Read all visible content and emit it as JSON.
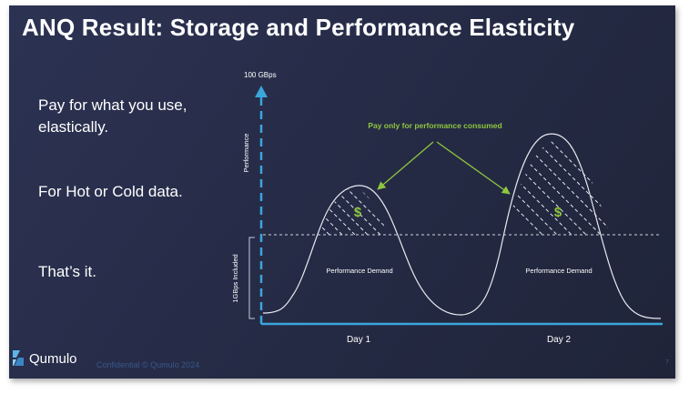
{
  "slide": {
    "title": "ANQ Result: Storage and Performance Elasticity",
    "bullets": [
      "Pay for what you use, elastically.",
      "For Hot or Cold data.",
      "That’s it."
    ],
    "footer": "Confidential © Qumulo 2024",
    "page_number": "7",
    "logo_text": "Qumulo"
  },
  "diagram": {
    "y_axis_top_label": "100 GBps",
    "y_axis_title": "Performance",
    "included_label": "1GBps Included",
    "callout": "Pay only for performance consumed",
    "dollar_symbol": "$",
    "demand_label": "Performance Demand",
    "day_labels": [
      "Day 1",
      "Day 2"
    ],
    "colors": {
      "axis": "#3aa6dc",
      "callout": "#8ec63f",
      "curve": "#e6e9f0",
      "background": "#262c47"
    }
  }
}
